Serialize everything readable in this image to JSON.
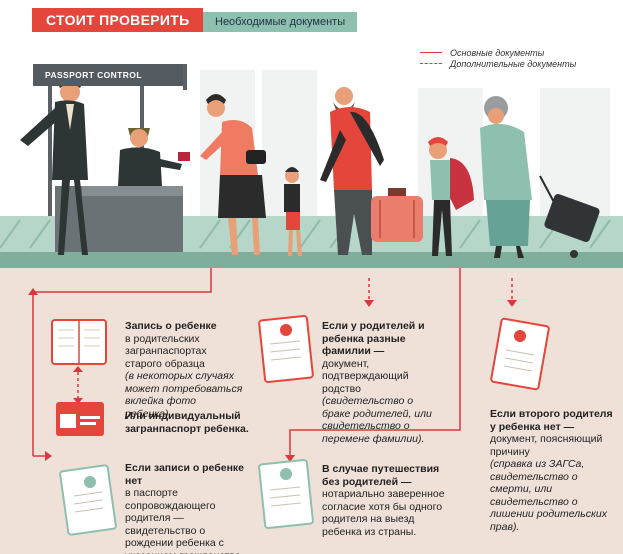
{
  "header": {
    "title": "СТОИТ ПРОВЕРИТЬ",
    "subtitle": "Необходимые документы"
  },
  "legend": {
    "main": "Основные документы",
    "additional": "Дополнительные документы"
  },
  "scene": {
    "sign": "PASSPORT CONTROL"
  },
  "blocks": {
    "b1": {
      "bold": "Запись о ребенке",
      "text": "в родительских загранпаспортах старого образца",
      "italic": "(в некоторых случаях может потребоваться вклейка фото ребенка)."
    },
    "b2": {
      "bold": "Или индивидуальный загранпаспорт ребенка."
    },
    "b3": {
      "bold": "Если записи о ребенке нет",
      "text": "в паспорте сопровождающего родителя — свидетельство о рождении ребенка с указанием гражданства."
    },
    "b4": {
      "bold": "Если у родителей и ребенка разные фамилии —",
      "text": "документ, подтверждающий родство",
      "italic": "(свидетельство о браке родителей, или свидетельство о перемене фамилии)."
    },
    "b5": {
      "bold": "В случае путешествия без родителей —",
      "text": "нотариально заверенное согласие хотя бы одного родителя на выезд ребенка из страны."
    },
    "b6": {
      "bold": "Если второго родителя у ребенка нет —",
      "text": "документ, поясняющий причину",
      "italic": "(справка из ЗАГСа, свидетельство о смерти, или свидетельство о лишении родительских прав)."
    }
  },
  "colors": {
    "accent": "#e5463b",
    "teal": "#8dc0ae",
    "panel": "#f0e1d8",
    "floor": "#b5d6c8"
  }
}
